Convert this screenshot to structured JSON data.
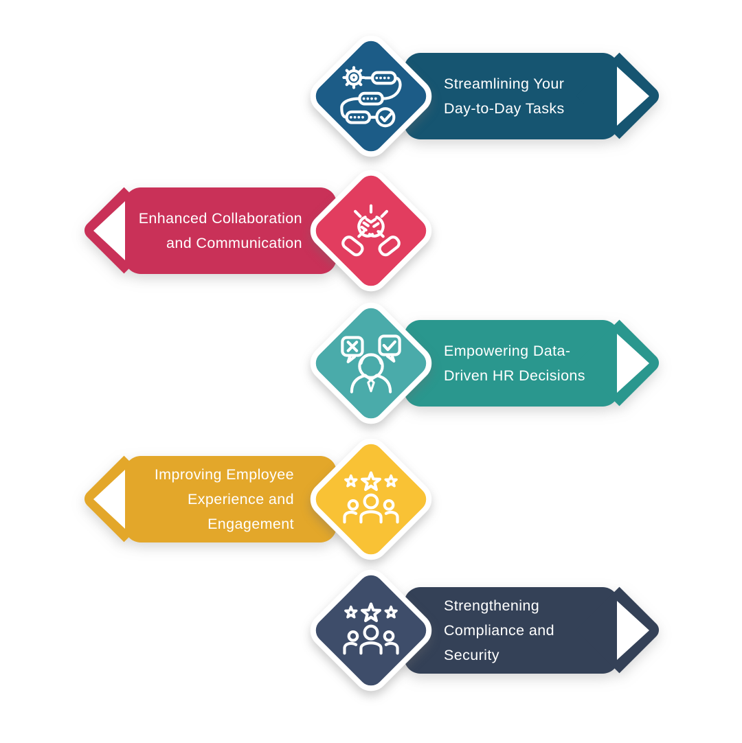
{
  "canvas": {
    "background": "#ffffff",
    "text_color": "#ffffff",
    "arrow_inner_color": "#ffffff"
  },
  "rows": [
    {
      "title": "Streamlining Your Day-to-Day Tasks",
      "line1": "Streamlining Your",
      "line2": "Day-to-Day Tasks",
      "direction": "right",
      "icon": "workflow-process-icon",
      "icon_ref": "#sym-workflow",
      "diamond_color": "#1c5c87",
      "banner_color": "#165571"
    },
    {
      "title": "Enhanced Collaboration and Communication",
      "line1": "Enhanced Collaboration",
      "line2": "and Communication",
      "direction": "left",
      "icon": "fist-bump-icon",
      "icon_ref": "#sym-fistbump",
      "diamond_color": "#e23d5f",
      "banner_color": "#c93158"
    },
    {
      "title": "Empowering Data-Driven HR Decisions",
      "line1": "Empowering Data-",
      "line2": "Driven HR Decisions",
      "direction": "right",
      "icon": "decision-speech-bubbles-icon",
      "icon_ref": "#sym-decision",
      "diamond_color": "#4aabaa",
      "banner_color": "#2a978e"
    },
    {
      "title": "Improving Employee Experience and Engagement",
      "line1": "Improving Employee",
      "line2": "Experience and",
      "line3": "Engagement",
      "direction": "left",
      "icon": "star-team-icon",
      "icon_ref": "#sym-starpeople",
      "diamond_color": "#f9c235",
      "banner_color": "#e3a72a"
    },
    {
      "title": "Strengthening Compliance and Security",
      "line1": "Strengthening",
      "line2": "Compliance and",
      "line3": "Security",
      "direction": "right",
      "icon": "star-team-icon",
      "icon_ref": "#sym-starpeople",
      "diamond_color": "#3e4d6a",
      "banner_color": "#344157"
    }
  ]
}
